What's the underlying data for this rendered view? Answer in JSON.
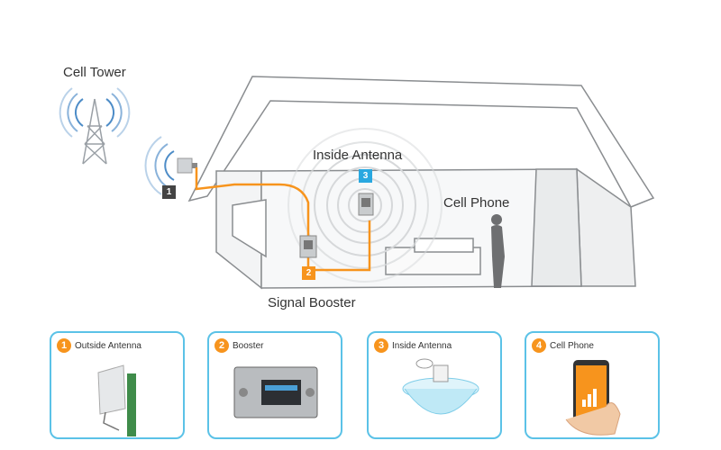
{
  "labels": {
    "cell_tower": "Cell Tower",
    "inside_antenna": "Inside Antenna",
    "cell_phone": "Cell Phone",
    "signal_booster": "Signal Booster"
  },
  "badges": [
    "1",
    "2",
    "3"
  ],
  "cards": [
    {
      "number": "1",
      "title": "Outside Antenna"
    },
    {
      "number": "2",
      "title": "Booster"
    },
    {
      "number": "3",
      "title": "Inside Antenna"
    },
    {
      "number": "4",
      "title": "Cell Phone"
    }
  ],
  "colors": {
    "cable": "#f7941d",
    "badge_outside": "#444444",
    "badge_booster": "#f7941d",
    "badge_inside": "#29a8e0",
    "card_border": "#5bc2e7",
    "signal_wave": "#3a7fc1"
  }
}
